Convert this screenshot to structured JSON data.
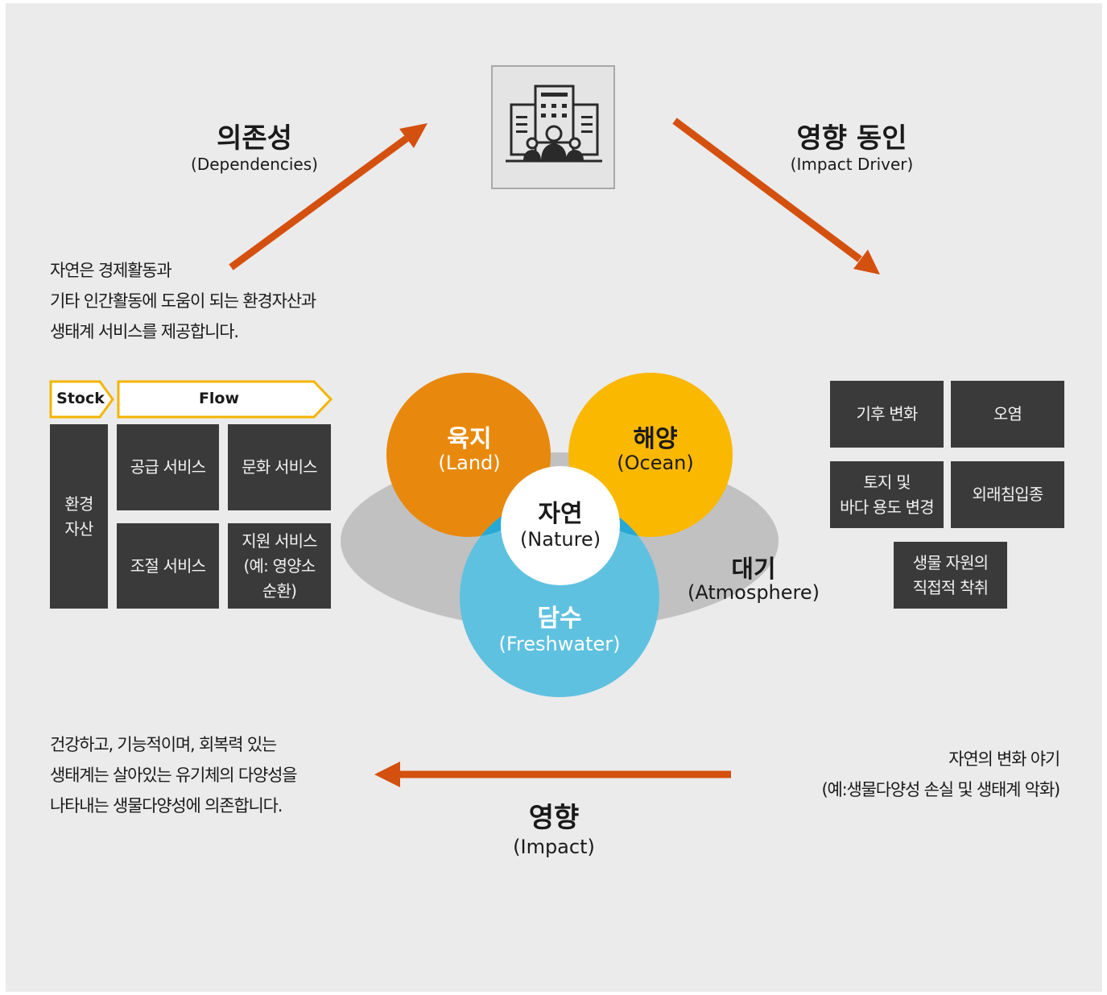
{
  "top": {
    "dependencies_title": "의존성",
    "dependencies_sub": "(Dependencies)",
    "impact_driver_title": "영향 동인",
    "impact_driver_sub": "(Impact Driver)"
  },
  "left_text": [
    "자연은 경제활동과",
    "기타 인간활동에 도움이 되는 환경자산과",
    "생태계 서비스를 제공합니다."
  ],
  "stock_flow": {
    "stock_label": "Stock",
    "flow_label": "Flow",
    "env_asset": [
      "환경",
      "자산"
    ],
    "supply": "공급 서비스",
    "culture": "문화 서비스",
    "regulating": "조절 서비스",
    "support": [
      "지원 서비스",
      "(예: 영양소",
      "순환)"
    ]
  },
  "venn": {
    "land": "육지",
    "land_en": "(Land)",
    "ocean": "해양",
    "ocean_en": "(Ocean)",
    "nature": "자연",
    "nature_en": "(Nature)",
    "freshwater": "담수",
    "freshwater_en": "(Freshwater)",
    "atmosphere": "대기",
    "atmosphere_en": "(Atmosphere)"
  },
  "drivers": {
    "climate": "기후 변화",
    "pollution": "오염",
    "land_use": [
      "토지 및",
      "바다 용도 변경"
    ],
    "invasive": "외래침입종",
    "exploitation": [
      "생물 자원의",
      "직접적 착취"
    ]
  },
  "bottom": {
    "left_text": [
      "건강하고, 기능적이며, 회복력 있는",
      "생태계는 살아있는 유기체의 다양성을",
      "나타내는 생물다양성에 의존합니다."
    ],
    "right_text": [
      "자연의 변화 야기",
      "(예:생물다양성 손실 및 생태계 악화)"
    ],
    "impact_title": "영향",
    "impact_sub": "(Impact)"
  },
  "colors": {
    "arrow": "#d4500f",
    "land": "#e8890d",
    "ocean": "#fbb800",
    "freshwater": "#5fc1e0",
    "atmosphere": "#c1c1c1",
    "box": "#3a3a3a",
    "tag_border": "#f4b400"
  },
  "icon": "business-building-people-icon"
}
